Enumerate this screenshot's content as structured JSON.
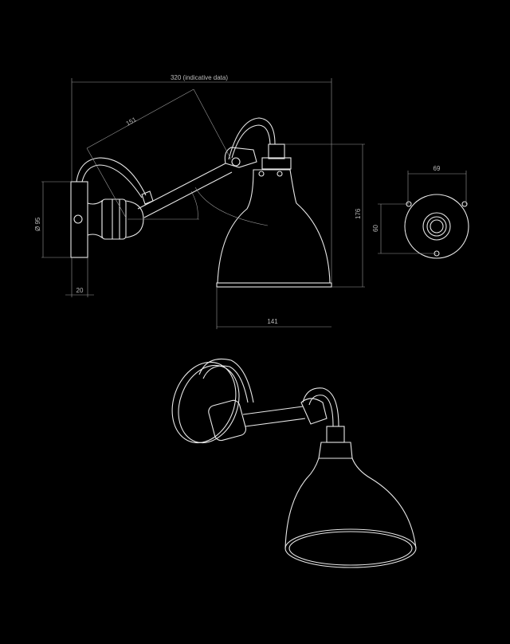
{
  "dimensions": {
    "overall_width": "320 (indicative data)",
    "arm_length": "151",
    "backplate_diameter": "Ø 95",
    "backplate_depth": "20",
    "shade_height": "176",
    "shade_diameter": "141",
    "plate_width": "69",
    "plate_height": "60"
  },
  "colors": {
    "background": "#000000",
    "line": "#e8e8e8",
    "dimension": "#9a9a9a"
  }
}
